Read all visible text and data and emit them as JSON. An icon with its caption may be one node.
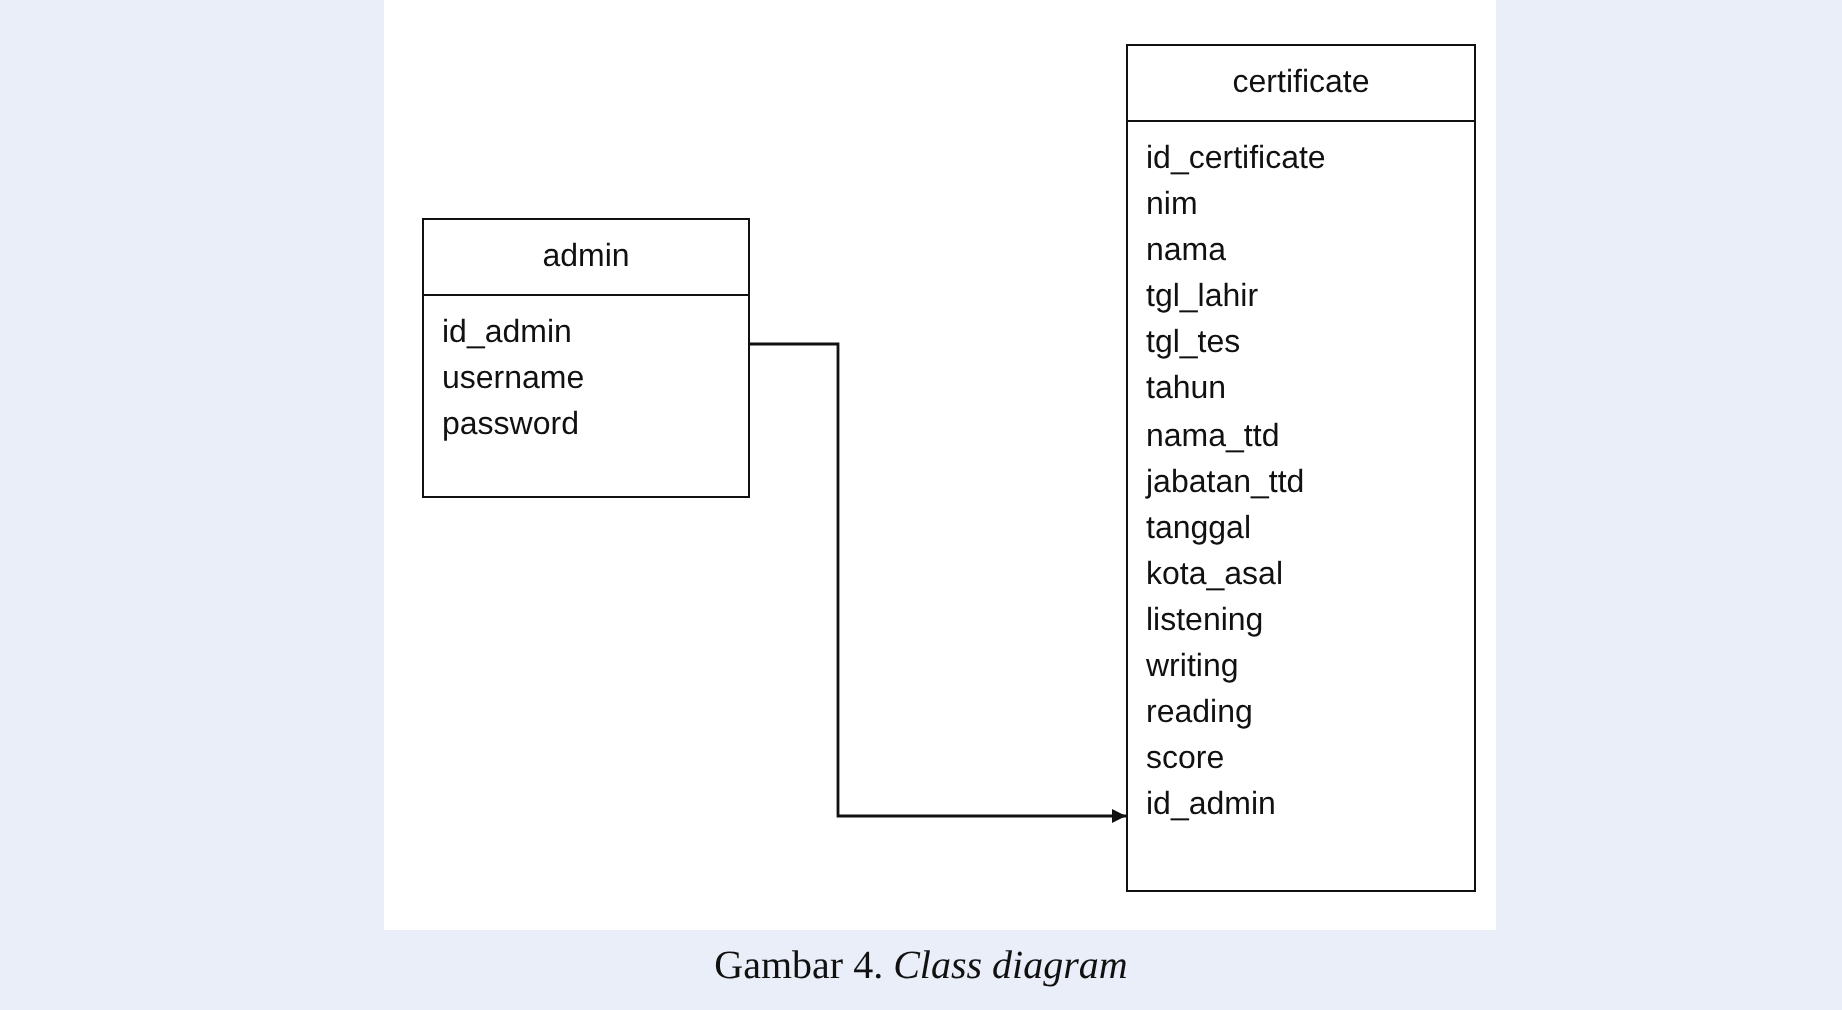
{
  "diagram": {
    "caption": "Gambar 4. *Class diagram*",
    "nodes": [
      {
        "text": [
          "admin",
          "id_admin",
          "username",
          "password"
        ]
      },
      {
        "text": [
          "certificate",
          "id_certificate",
          "nim",
          "nama",
          "tgl_lahir",
          "tgl_tes",
          "tahun",
          "nama_ttd",
          "jabatan_ttd",
          "tanggal",
          "kota_asal",
          "listening",
          "writing",
          "reading",
          "score",
          "id_admin"
        ]
      }
    ],
    "edges": [
      {
        "from": 0,
        "to": 1,
        "arrow": "to"
      }
    ]
  }
}
